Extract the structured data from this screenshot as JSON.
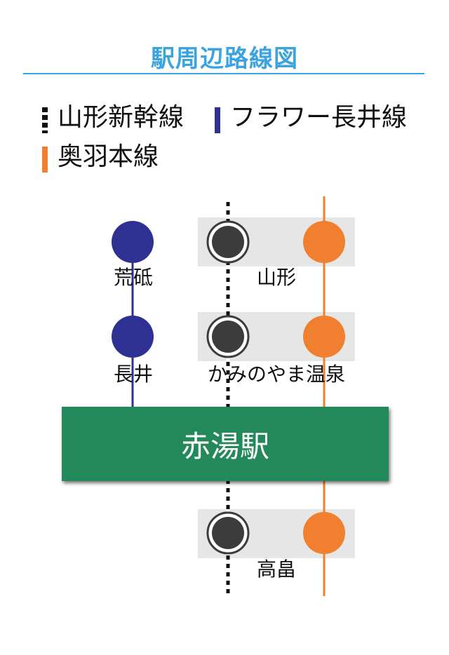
{
  "title": "駅周辺路線図",
  "colors": {
    "title": "#3ba3de",
    "rule": "#3ba3de",
    "flower_line": "#2e3192",
    "ou_line": "#f08030",
    "shinkansen_dark": "#111111",
    "station_band": "#e6e6e6",
    "current_station": "#23895b",
    "shinkansen_dot": "#3c3c3c"
  },
  "legend": [
    {
      "label": "山形新幹線",
      "line": "shinkansen"
    },
    {
      "label": "フラワー長井線",
      "line": "flower"
    },
    {
      "label": "奥羽本線",
      "line": "ou"
    }
  ],
  "stations": {
    "flower": [
      "荒砥",
      "長井"
    ],
    "shinkansen_ou": [
      "山形",
      "かみのやま温泉"
    ],
    "current": "赤湯駅",
    "below": [
      "高畠"
    ]
  }
}
